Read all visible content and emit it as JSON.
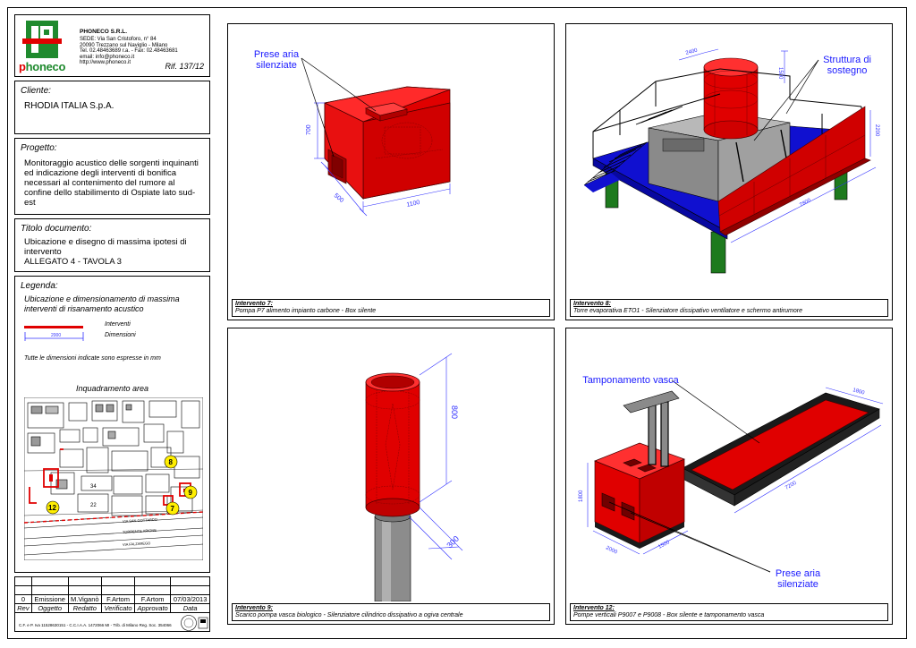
{
  "company": {
    "name": "PHONECO S.R.L.",
    "lines": [
      "SEDE: Via San Cristoforo, n° 84",
      "20090 Trezzano sul Naviglio - Milano",
      "Tel. 02.48463689 r.a. - Fax: 02.48463681",
      "email: info@phoneco.it",
      "http://www.phoneco.it"
    ],
    "logo_word": "honeco",
    "logo_letter": "p",
    "ref": "Rif. 137/12"
  },
  "client": {
    "label": "Cliente:",
    "value": "RHODIA ITALIA S.p.A."
  },
  "project": {
    "label": "Progetto:",
    "value": "Monitoraggio acustico delle sorgenti inquinanti ed indicazione degli interventi di bonifica necessari al contenimento del rumore al confine dello stabilimento di Ospiate lato sud-est"
  },
  "doc_title": {
    "label": "Titolo documento:",
    "value1": "Ubicazione e disegno di massima ipotesi di intervento",
    "value2": "ALLEGATO 4 - TAVOLA 3"
  },
  "legend": {
    "label": "Legenda:",
    "heading": "Ubicazione e dimensionamento di massima interventi di risanamento acustico",
    "item_interventi": "Interventi",
    "item_dimensioni": "Dimensioni",
    "dim_sample": "2000",
    "note": "Tutte le dimensioni indicate sono espresse in mm"
  },
  "map": {
    "title": "Inquadramento area",
    "markers": [
      "8",
      "9",
      "7",
      "12"
    ],
    "building_labels": [
      "34",
      "22"
    ],
    "road1": "VIA SAN GOTTARDO",
    "road2": "TORRENTE ARIONE",
    "road3": "VIA FALZAREGO"
  },
  "revision": {
    "row": [
      "0",
      "Emissione",
      "M.Viganò",
      "F.Artom",
      "F.Artom",
      "07/03/2013"
    ],
    "headers": [
      "Rev",
      "Oggetto",
      "Redatto",
      "Verificato",
      "Approvato",
      "Data"
    ]
  },
  "footer_note": "C.F. e P. Iva 11528630151 - C.C.I.A.A. 1472066 MI - Trib. di Milano Reg. Soc. 354066",
  "panels": [
    {
      "caption_title": "Intervento 7:",
      "caption_text": "Pompa P7 alimento impianto carbone - Box silente",
      "callout": "Prese aria silenziate",
      "dims": [
        "700",
        "500",
        "1100"
      ]
    },
    {
      "caption_title": "Intervento 8:",
      "caption_text": "Torre evaporativa ETO1 - Silenziatore dissipativo ventilatore e schermo antirumore",
      "callout": "Struttura di sostegno",
      "dims": [
        "2400",
        "1500",
        "2200",
        "7800"
      ]
    },
    {
      "caption_title": "Intervento 9:",
      "caption_text": "Scarico pompa vasca biologico - Silenziatore cilindrico dissipativo a ogiva centrale",
      "dims": [
        "800",
        "300"
      ]
    },
    {
      "caption_title": "Intervento 12:",
      "caption_text": "Pompe verticali P9007 e P9008 - Box silente e tamponamento vasca",
      "callout_top": "Tamponamento vasca",
      "callout_bottom": "Prese aria silenziate",
      "dims": [
        "1800",
        "7200",
        "1800",
        "2000",
        "1500"
      ]
    }
  ],
  "colors": {
    "red": "#e00000",
    "blue": "#1a1aff",
    "deck_blue": "#1010d0",
    "green": "#1e7a1e",
    "dim": "#3030ff"
  }
}
